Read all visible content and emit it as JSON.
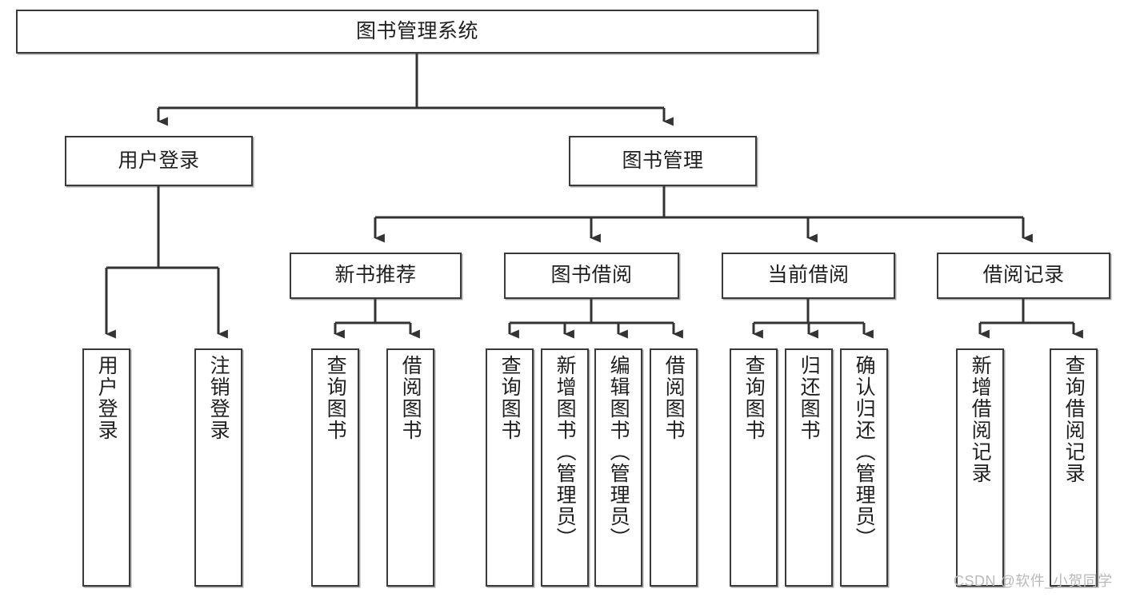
{
  "diagram": {
    "title": "图书管理系统",
    "type": "tree",
    "colors": {
      "box_border": "#3a3a3a",
      "box_fill": "#ffffff",
      "edge": "#333333",
      "text": "#1f1f1f",
      "watermark": "#b9b9b9",
      "background": "#ffffff"
    },
    "watermark": "CSDN @软件_小贺同学",
    "root": {
      "label": "图书管理系统"
    },
    "level2": [
      {
        "label": "用户登录"
      },
      {
        "label": "图书管理"
      }
    ],
    "level3": [
      {
        "label": "新书推荐"
      },
      {
        "label": "图书借阅"
      },
      {
        "label": "当前借阅"
      },
      {
        "label": "借阅记录"
      }
    ],
    "leaves": {
      "user_login": [
        {
          "label": "用户登录"
        },
        {
          "label": "注销登录"
        }
      ],
      "new_book_recommend": [
        {
          "label": "查询图书"
        },
        {
          "label": "借阅图书"
        }
      ],
      "book_borrow": [
        {
          "label": "查询图书"
        },
        {
          "label": "新增图书（管理员）"
        },
        {
          "label": "编辑图书（管理员）"
        },
        {
          "label": "借阅图书"
        }
      ],
      "current_borrow": [
        {
          "label": "查询图书"
        },
        {
          "label": "归还图书"
        },
        {
          "label": "确认归还（管理员）"
        }
      ],
      "borrow_record": [
        {
          "label": "新增借阅记录"
        },
        {
          "label": "查询借阅记录"
        }
      ]
    }
  }
}
